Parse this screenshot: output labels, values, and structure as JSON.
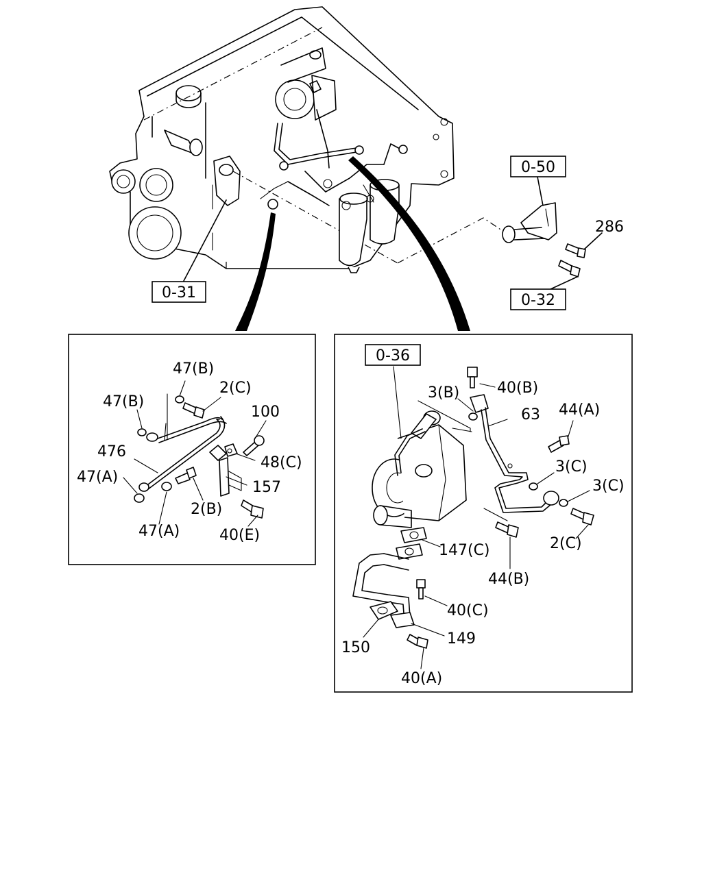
{
  "refs": {
    "r031": "0-31",
    "r050": "0-50",
    "r032": "0-32",
    "r036": "0-36"
  },
  "parts": {
    "p286": "286",
    "left": {
      "p47B_top": "47(B)",
      "p2C": "2(C)",
      "p47B_left": "47(B)",
      "p100": "100",
      "p476": "476",
      "p48C": "48(C)",
      "p47A_left": "47(A)",
      "p157": "157",
      "p2B": "2(B)",
      "p47A_bot": "47(A)",
      "p40E": "40(E)"
    },
    "right": {
      "p40B": "40(B)",
      "p3B": "3(B)",
      "p63": "63",
      "p44A": "44(A)",
      "p3C_a": "3(C)",
      "p3C_b": "3(C)",
      "p147C": "147(C)",
      "p2C": "2(C)",
      "p44B": "44(B)",
      "p40C": "40(C)",
      "p149": "149",
      "p150": "150",
      "p40A": "40(A)"
    }
  }
}
